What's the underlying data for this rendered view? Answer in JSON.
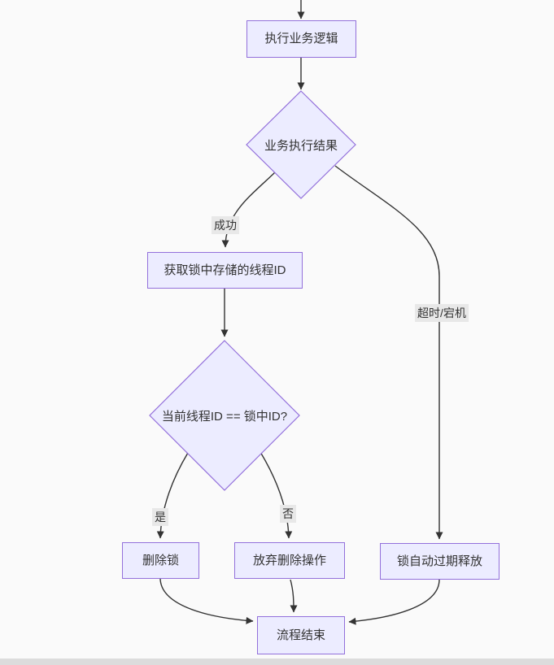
{
  "theme": {
    "background": "#fafafa",
    "node_fill": "#ececff",
    "node_border": "#9370db",
    "edge_color": "#333333",
    "label_bg": "#e8e8e8",
    "text_color": "#333333",
    "bottom_bar": "#dcdcdc"
  },
  "nodes": {
    "execute_business": "执行业务逻辑",
    "business_result": "业务执行结果",
    "get_thread_id": "获取锁中存储的线程ID",
    "thread_id_check": "当前线程ID == 锁中ID?",
    "delete_lock": "删除锁",
    "abandon_delete": "放弃删除操作",
    "lock_auto_expire": "锁自动过期释放",
    "process_end": "流程结束"
  },
  "edge_labels": {
    "success": "成功",
    "timeout_or_crash": "超时/宕机",
    "yes": "是",
    "no": "否"
  }
}
